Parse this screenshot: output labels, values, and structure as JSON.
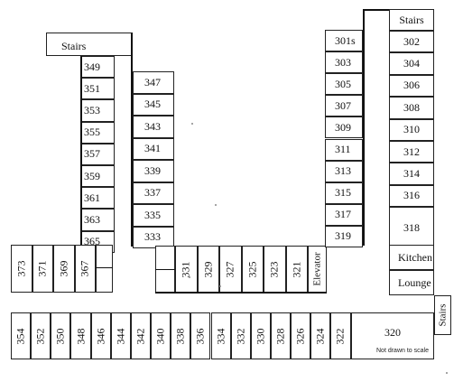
{
  "floor_plan": {
    "stairs_top_left": "Stairs",
    "stairs_top_right": "Stairs",
    "stairs_right": "Stairs",
    "elevator": "Elevator",
    "kitchen": "Kitchen",
    "lounge": "Lounge",
    "note": "Not drawn to scale",
    "left_outer_rooms": [
      "349",
      "351",
      "353",
      "355",
      "357",
      "359",
      "361",
      "363",
      "365"
    ],
    "left_inner_rooms": [
      "347",
      "345",
      "343",
      "341",
      "339",
      "337",
      "335",
      "333"
    ],
    "left_wing_rooms": [
      "373",
      "371",
      "369",
      "367"
    ],
    "middle_corridor_rooms": [
      "331",
      "329",
      "327",
      "325",
      "323",
      "321"
    ],
    "right_inner_rooms": [
      "301s",
      "303",
      "305",
      "307",
      "309",
      "311",
      "313",
      "315",
      "317",
      "319"
    ],
    "right_outer_rooms": [
      "302",
      "304",
      "306",
      "308",
      "310",
      "312",
      "314",
      "316",
      "318"
    ],
    "bottom_rooms": [
      "354",
      "352",
      "350",
      "348",
      "346",
      "344",
      "342",
      "340",
      "338",
      "336",
      "334",
      "332",
      "330",
      "328",
      "326",
      "324",
      "322",
      "320"
    ]
  }
}
